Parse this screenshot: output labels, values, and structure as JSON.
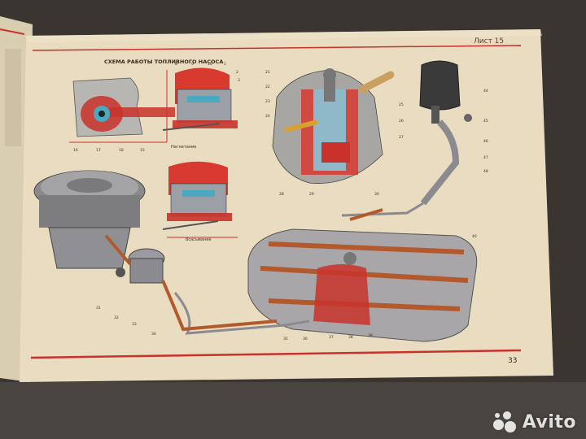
{
  "sheet": {
    "header": "Лист 15",
    "page_number": "33",
    "section_title": "СХЕМА РАБОТЫ ТОПЛИВНОГО НАСОСА",
    "pump_state_top": "Нагнетание",
    "pump_state_bottom": "Всасывание"
  },
  "callouts": {
    "pump_left": [
      "16",
      "17",
      "18",
      "15"
    ],
    "pump_top": [
      "8",
      "9",
      "10",
      "1",
      "2",
      "3"
    ],
    "carb": [
      "21",
      "22",
      "23",
      "24",
      "25",
      "26",
      "27",
      "28",
      "29",
      "30"
    ],
    "right_side": [
      "44",
      "45",
      "46",
      "47",
      "48"
    ],
    "bottom": [
      "31",
      "32",
      "33",
      "34",
      "35",
      "36",
      "37",
      "38",
      "39",
      "40"
    ]
  },
  "watermark": {
    "brand": "Avito"
  },
  "colors": {
    "paper": "#e9dcc0",
    "red_accent": "#c8322a",
    "fuel_line": "#b25a2e",
    "metal": "#9a9aa0",
    "background": "#3c3834"
  }
}
